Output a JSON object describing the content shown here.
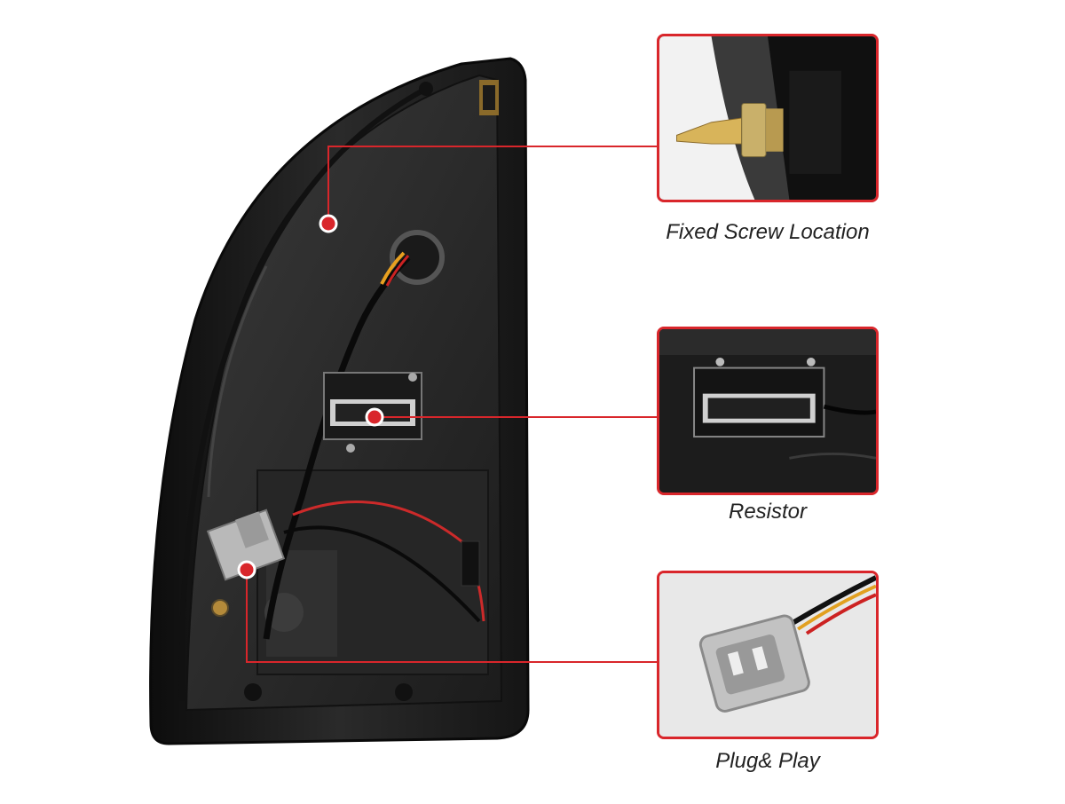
{
  "callouts": {
    "screw": {
      "caption": "Fixed Screw Location"
    },
    "resistor": {
      "caption": "Resistor"
    },
    "plug": {
      "caption": "Plug& Play"
    }
  },
  "colors": {
    "accent": "#d9262b",
    "lamp_body": "#1b1b1b",
    "connector": "#b9b9b9"
  },
  "icons": {
    "marker": "red-dot-marker-icon"
  }
}
